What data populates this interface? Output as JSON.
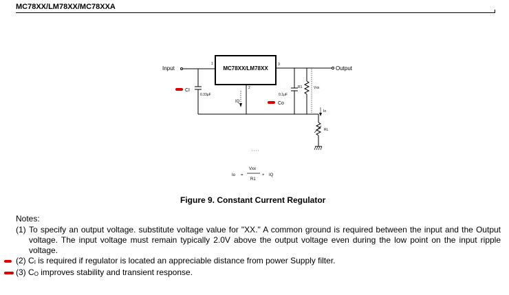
{
  "header": {
    "title": "MC78XX/LM78XX/MC78XXA"
  },
  "circuit": {
    "regulator_label": "MC78XX/LM78XX",
    "input_label": "Input",
    "output_label": "Output",
    "pin1": "1",
    "pin2": "2",
    "pin3": "3",
    "ci_label": "CI",
    "ci_value": "0.33μF",
    "co_label": "Co",
    "co_value": "0.1μF",
    "iq_label": "IQ",
    "r1_label": "R1",
    "vxx_label": "Vxx",
    "io_label": "Io",
    "rl_label": "RL",
    "formula": {
      "lhs": "Io",
      "equals": "=",
      "numerator": "Vxx",
      "denominator": "R1",
      "plus": "+",
      "term": "IQ"
    },
    "marker_color": "#e00000"
  },
  "figure": {
    "caption": "Figure 9. Constant Current Regulator"
  },
  "notes": {
    "title": "Notes:",
    "items": [
      {
        "num": "(1)",
        "text": "To specify an output voltage. substitute voltage value for \"XX.\" A common ground is required between the input and the Output voltage. The input voltage must remain typically 2.0V above the output voltage even during the low point on the input ripple voltage."
      },
      {
        "num": "(2)",
        "pre": "C",
        "sub": "I",
        "text": " is required if regulator is located an appreciable distance from power Supply filter."
      },
      {
        "num": "(3)",
        "pre": "C",
        "sub": "O",
        "text": " improves stability and transient response."
      }
    ]
  }
}
